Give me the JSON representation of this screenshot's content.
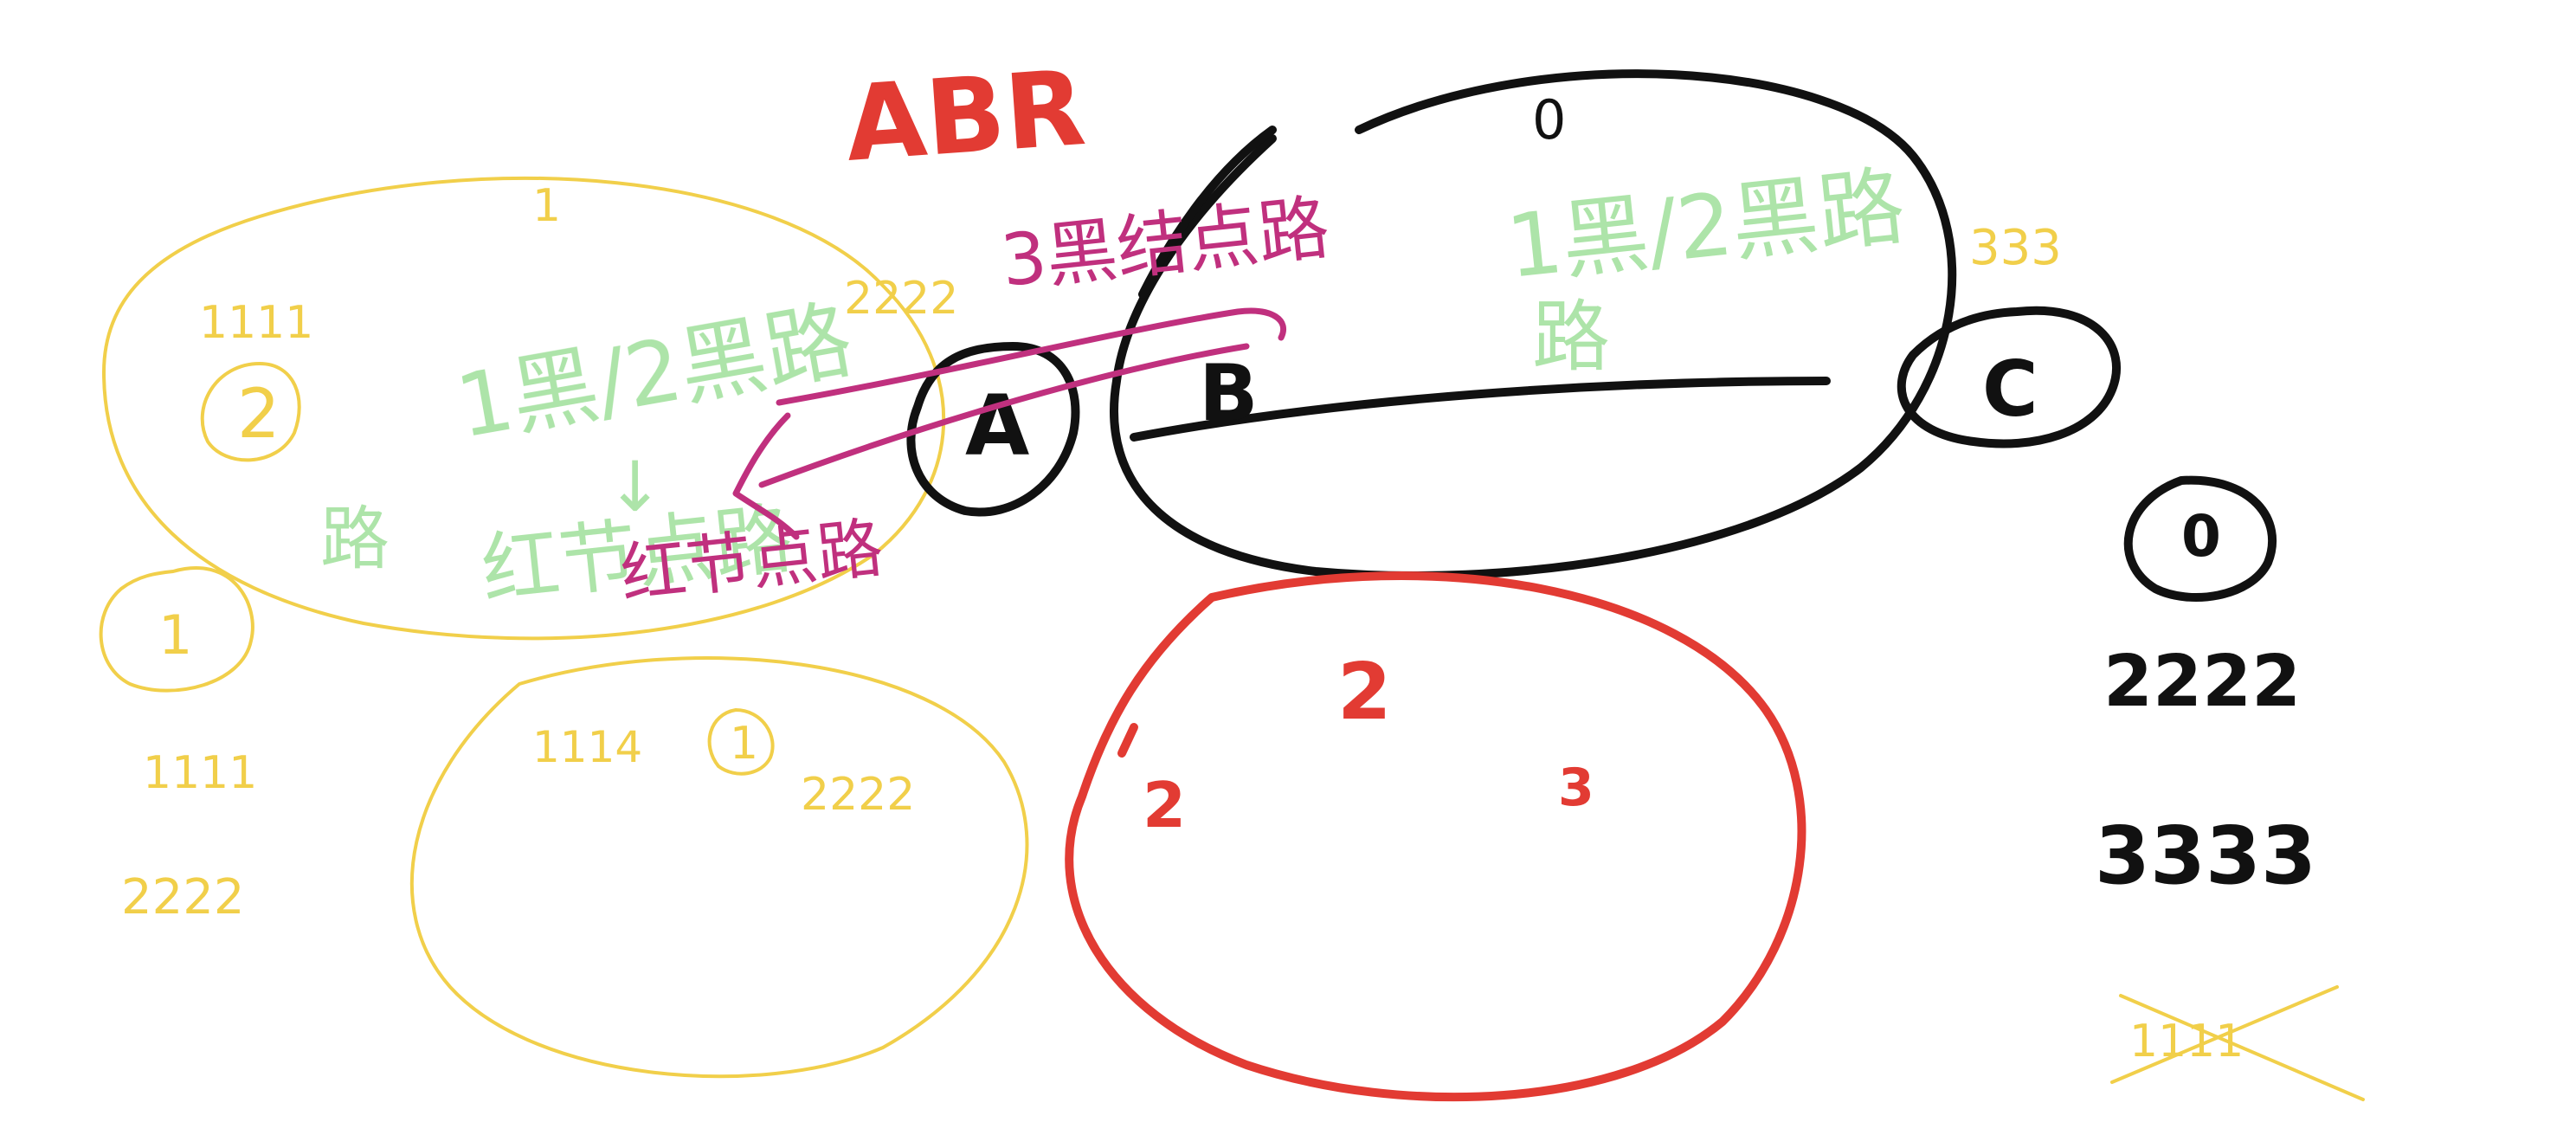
{
  "colors": {
    "yellow": "#f1cf4a",
    "black": "#111111",
    "red": "#e23b33",
    "magenta": "#c0307e",
    "green": "#9fe09a",
    "background": "#ffffff"
  },
  "title": "ABR",
  "labels": {
    "yellow_big_num": "1",
    "yellow_ticks": "1111",
    "yellow_circle_num": "2",
    "yellow_left_num": "1",
    "yellow_left_col_1": "1111",
    "yellow_left_col_2": "2222",
    "yellow_lower_1": "1114",
    "yellow_lower_circle": "1",
    "yellow_lower_2": "2222",
    "yellow_2222_top": "2222",
    "yellow_333": "333",
    "yellow_crossed": "1111",
    "magenta_top": "3黑结点路",
    "magenta_bottom": "红节点路",
    "green_yellow_1": "1黑/2黑路",
    "green_yellow_arrow": "↓",
    "green_yellow_2": "路",
    "green_yellow_3": "红节点路",
    "green_black_1": "1黑/2黑路",
    "green_black_2": "路",
    "node_A": "A",
    "node_B": "B",
    "node_C": "C",
    "node_top": "0",
    "right_0": "0",
    "right_2222": "2222",
    "right_3333": "3333",
    "red_num_top": "2",
    "red_left": "2",
    "red_right": "3"
  }
}
